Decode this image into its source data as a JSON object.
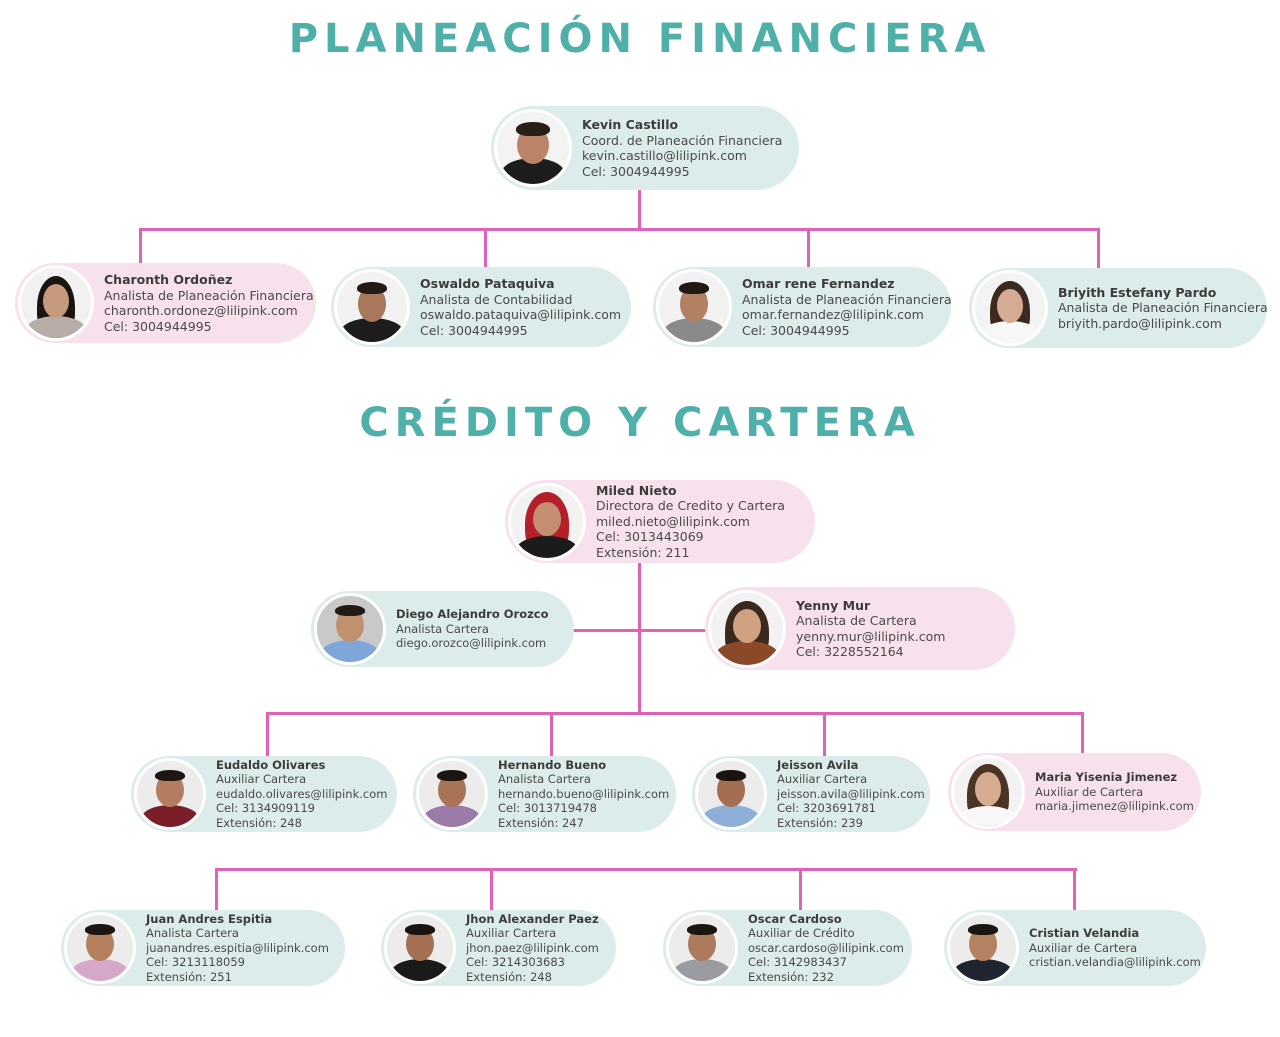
{
  "sections": {
    "planeacion": {
      "title": "PLANEACIÓN FINANCIERA"
    },
    "credito": {
      "title": "CRÉDITO Y CARTERA"
    }
  },
  "people": {
    "kevin": {
      "name": "Kevin Castillo",
      "role": "Coord. de Planeación Financiera",
      "email": "kevin.castillo@lilipink.com",
      "cel": "Cel: 3004944995"
    },
    "charonth": {
      "name": "Charonth Ordoñez",
      "role": "Analista de Planeación Financiera",
      "email": "charonth.ordonez@lilipink.com",
      "cel": "Cel: 3004944995"
    },
    "oswaldo": {
      "name": "Oswaldo Pataquiva",
      "role": "Analista de Contabilidad",
      "email": "oswaldo.pataquiva@lilipink.com",
      "cel": "Cel: 3004944995"
    },
    "omar": {
      "name": "Omar rene Fernandez",
      "role": "Analista de Planeación Financiera",
      "email": "omar.fernandez@lilipink.com",
      "cel": "Cel: 3004944995"
    },
    "briyith": {
      "name": "Briyith Estefany Pardo",
      "role": "Analista de Planeación Financiera",
      "email": "briyith.pardo@lilipink.com"
    },
    "miled": {
      "name": "Miled Nieto",
      "role": "Directora de Credito y Cartera",
      "email": "miled.nieto@lilipink.com",
      "cel": "Cel: 3013443069",
      "ext": "Extensión: 211"
    },
    "diego": {
      "name": "Diego Alejandro Orozco",
      "role": "Analista Cartera",
      "email": "diego.orozco@lilipink.com"
    },
    "yenny": {
      "name": "Yenny Mur",
      "role": "Analista de Cartera",
      "email": "yenny.mur@lilipink.com",
      "cel": "Cel: 3228552164"
    },
    "eudaldo": {
      "name": "Eudaldo Olivares",
      "role": "Auxiliar Cartera",
      "email": "eudaldo.olivares@lilipink.com",
      "cel": "Cel: 3134909119",
      "ext": "Extensión: 248"
    },
    "hernando": {
      "name": "Hernando Bueno",
      "role": "Analista Cartera",
      "email": "hernando.bueno@lilipink.com",
      "cel": "Cel: 3013719478",
      "ext": "Extensión: 247"
    },
    "jeisson": {
      "name": "Jeisson Avila",
      "role": "Auxiliar Cartera",
      "email": "jeisson.avila@lilipink.com",
      "cel": "Cel: 3203691781",
      "ext": "Extensión: 239"
    },
    "maria": {
      "name": "Maria Yisenia Jimenez",
      "role": "Auxiliar de Cartera",
      "email": "maria.jimenez@lilipink.com"
    },
    "juan": {
      "name": "Juan Andres Espitia",
      "role": "Analista Cartera",
      "email": "juanandres.espitia@lilipink.com",
      "cel": "Cel: 3213118059",
      "ext": "Extensión: 251"
    },
    "jhon": {
      "name": "Jhon Alexander Paez",
      "role": "Auxiliar Cartera",
      "email": "jhon.paez@lilipink.com",
      "cel": "Cel: 3214303683",
      "ext": "Extensión: 248"
    },
    "oscar": {
      "name": "Oscar Cardoso",
      "role": "Auxiliar de Crédito",
      "email": "oscar.cardoso@lilipink.com",
      "cel": "Cel: 3142983437",
      "ext": "Extensión: 232"
    },
    "cristian": {
      "name": "Cristian Velandia",
      "role": "Auxiliar de Cartera",
      "email": "cristian.velandia@lilipink.com"
    }
  },
  "colors": {
    "title": "#4fb0aa",
    "connector": "#e062b6",
    "card_teal": "#dcecea",
    "card_pink": "#f7e1ec"
  }
}
